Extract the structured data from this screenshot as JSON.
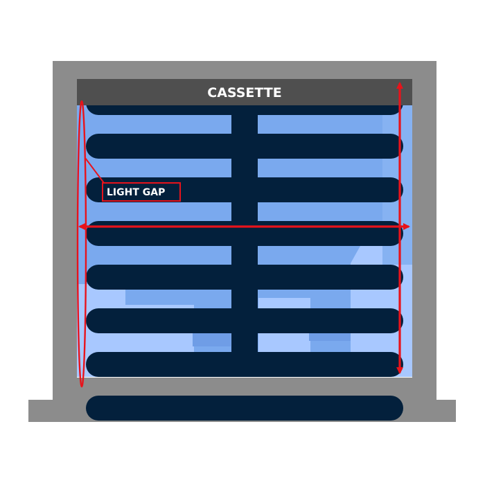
{
  "labels": {
    "cassette": "CASSETTE",
    "light_gap": "LIGHT GAP"
  },
  "colors": {
    "wall": "#8c8c8c",
    "sill": "#8c8c8c",
    "cassette": "#4f4f4f",
    "window_glass": "#7aa9ee",
    "window_glass_light": "#a8c8ff",
    "slats": "#03203c",
    "measure_lines": "#e8131b",
    "label_text": "#ffffff"
  },
  "slat_count": 7
}
